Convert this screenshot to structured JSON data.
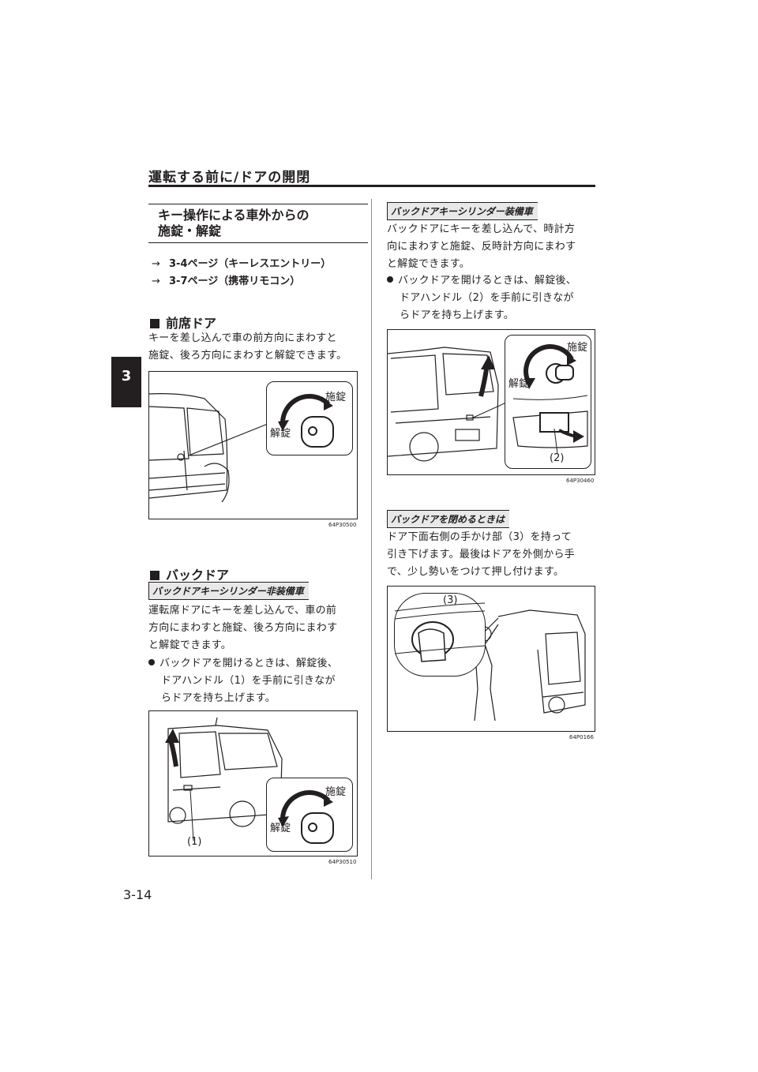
{
  "header": {
    "title": "運転する前に/ドアの開閉"
  },
  "chapter_tab": "3",
  "page_number": "3-14",
  "left": {
    "section_title_line1": "キー操作による車外からの",
    "section_title_line2": "施錠・解錠",
    "xrefs": [
      {
        "arrow": "→",
        "text": "3-4ページ（キーレスエントリー）"
      },
      {
        "arrow": "→",
        "text": "3-7ページ（携帯リモコン）"
      }
    ],
    "front_door": {
      "heading": "前席ドア",
      "text_lines": [
        "キーを差し込んで車の前方向にまわすと",
        "施錠、後ろ方向にまわすと解錠できます。"
      ],
      "figure": {
        "lock_label": "施錠",
        "unlock_label": "解錠",
        "code": "64P30500"
      }
    },
    "back_door": {
      "heading": "バックドア",
      "tag": "バックドアキーシリンダー非装備車",
      "text_lines": [
        "運転席ドアにキーを差し込んで、車の前",
        "方向にまわすと施錠、後ろ方向にまわす",
        "と解錠できます。"
      ],
      "bullet_lines": [
        "バックドアを開けるときは、解錠後、",
        "ドアハンドル（1）を手前に引きなが",
        "らドアを持ち上げます。"
      ],
      "figure": {
        "lock_label": "施錠",
        "unlock_label": "解錠",
        "callout": "(1)",
        "code": "64P30510"
      }
    }
  },
  "right": {
    "cylinder": {
      "tag": "バックドアキーシリンダー装備車",
      "text_lines": [
        "バックドアにキーを差し込んで、時計方",
        "向にまわすと施錠、反時計方向にまわす",
        "と解錠できます。"
      ],
      "bullet_lines": [
        "バックドアを開けるときは、解錠後、",
        "ドアハンドル（2）を手前に引きなが",
        "らドアを持ち上げます。"
      ],
      "figure": {
        "lock_label": "施錠",
        "unlock_label": "解錠",
        "callout": "(2)",
        "code": "64P30460"
      }
    },
    "closing": {
      "tag": "バックドアを閉めるときは",
      "text_lines": [
        "ドア下面右側の手かけ部（3）を持って",
        "引き下げます。最後はドアを外側から手",
        "で、少し勢いをつけて押し付けます。"
      ],
      "figure": {
        "callout": "(3)",
        "code": "64P0166"
      }
    }
  }
}
